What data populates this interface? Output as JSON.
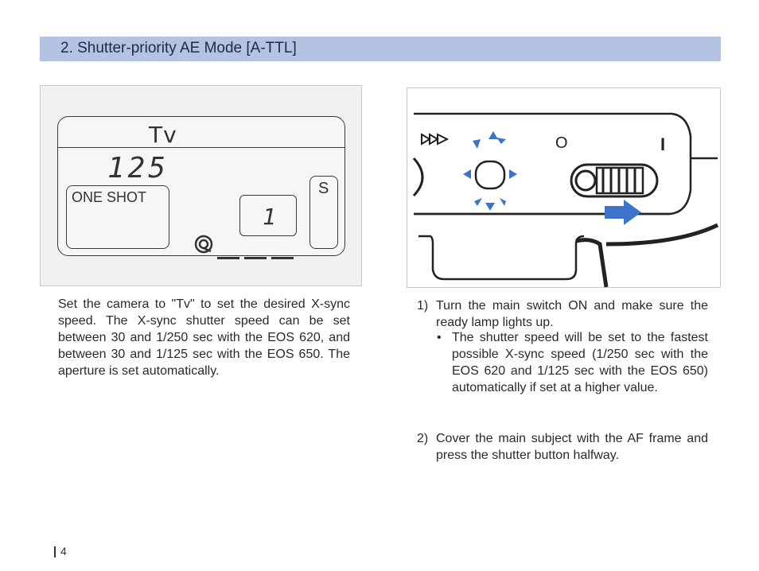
{
  "header": {
    "title": "2. Shutter-priority AE Mode [A-TTL]",
    "bar_color": "#b3c3e1"
  },
  "lcd_panel": {
    "mode": "Tv",
    "shutter_speed": "125",
    "af_mode": "ONE SHOT",
    "drive_mode": "S",
    "frame_counter": "1"
  },
  "camera_diagram": {
    "switch_label_off": "O",
    "switch_label_on": "I",
    "accent_color": "#3d74c9"
  },
  "left_text": "Set the camera to \"Tv\" to set the desired X-sync speed. The X-sync shutter speed can be set between 30 and 1/250 sec with the EOS 620, and between 30 and 1/125 sec with the EOS 650. The aperture is set automatically.",
  "steps": [
    {
      "num": "1)",
      "text": "Turn the main switch ON and make sure the ready lamp lights up.",
      "bullet": "•",
      "bullet_text": "The shutter speed will be set to the fastest possible X-sync speed (1/250 sec with the EOS 620 and 1/125 sec with the EOS 650) automatically if set at a higher value."
    },
    {
      "num": "2)",
      "text": "Cover the main subject with the AF frame and press the shutter button halfway."
    }
  ],
  "page_number": "4"
}
